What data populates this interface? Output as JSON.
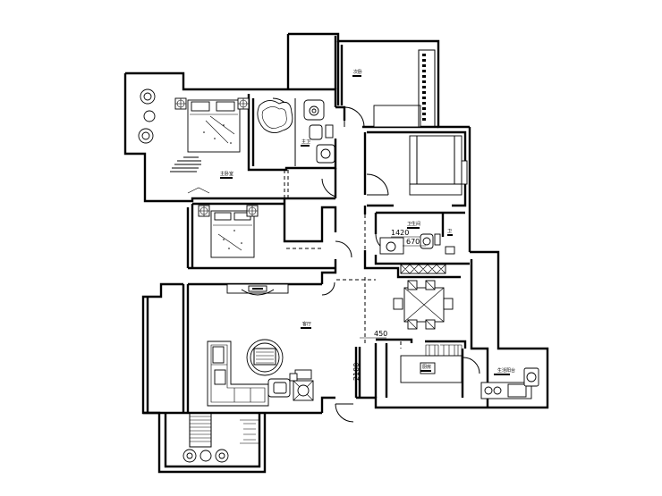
{
  "dimensions": {
    "d1420": "1420",
    "d670": "670",
    "d450": "450",
    "d2100": "2100"
  }
}
